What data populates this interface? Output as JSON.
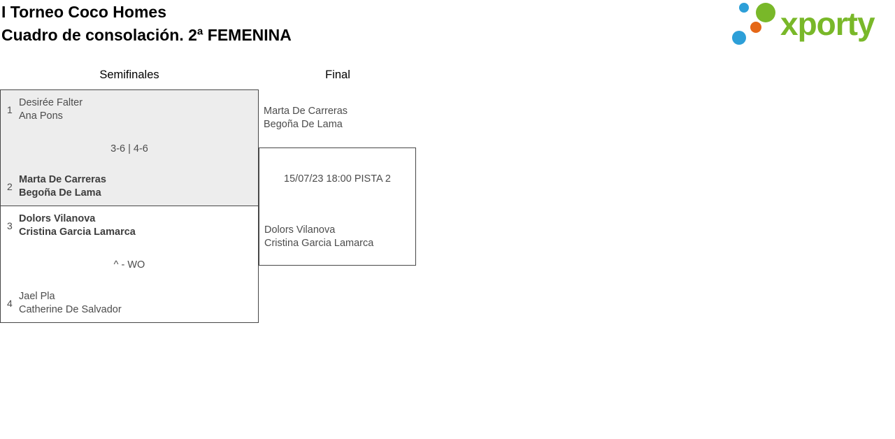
{
  "header": {
    "title": "I Torneo Coco Homes",
    "subtitle": "Cuadro de consolación. 2ª FEMENINA",
    "logo": {
      "text": "xporty",
      "green": "#79b829",
      "blue": "#2d9fd8",
      "orange": "#e56717"
    }
  },
  "columns": {
    "semifinals": "Semifinales",
    "final": "Final"
  },
  "semifinals": [
    {
      "seed_top": "1",
      "team_top": [
        "Desirée Falter",
        "Ana Pons"
      ],
      "score": "3-6 | 4-6",
      "seed_bottom": "2",
      "team_bottom": [
        "Marta De Carreras",
        "Begoña De Lama"
      ]
    },
    {
      "seed_top": "3",
      "team_top": [
        "Dolors Vilanova",
        "Cristina Garcia Lamarca"
      ],
      "score": "^ - WO",
      "seed_bottom": "4",
      "team_bottom": [
        "Jael Pla",
        "Catherine De Salvador"
      ]
    }
  ],
  "final": {
    "team_top": [
      "Marta De Carreras",
      "Begoña De Lama"
    ],
    "match_info": "15/07/23 18:00 PISTA 2",
    "team_bottom": [
      "Dolors Vilanova",
      "Cristina Garcia Lamarca"
    ]
  }
}
